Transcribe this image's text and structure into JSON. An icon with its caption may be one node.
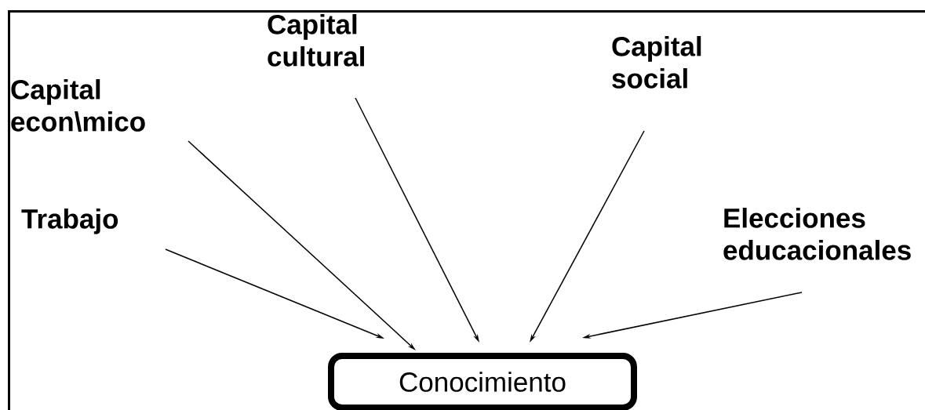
{
  "diagram": {
    "nodes": [
      {
        "text": [
          "Capital cultural"
        ]
      },
      {
        "text": [
          "Capital social"
        ]
      },
      {
        "text": [
          "Capital econ\\mico"
        ]
      },
      {
        "text": [
          "Trabajo"
        ]
      },
      {
        "text": [
          "Elecciones educacionales"
        ]
      },
      {
        "text": [
          "Conocimiento"
        ]
      }
    ],
    "edges": [
      {
        "from": 0,
        "to": 5,
        "arrow": "to"
      },
      {
        "from": 1,
        "to": 5,
        "arrow": "to"
      },
      {
        "from": 2,
        "to": 5,
        "arrow": "to"
      },
      {
        "from": 3,
        "to": 5,
        "arrow": "to"
      },
      {
        "from": 4,
        "to": 5,
        "arrow": "to"
      }
    ]
  }
}
